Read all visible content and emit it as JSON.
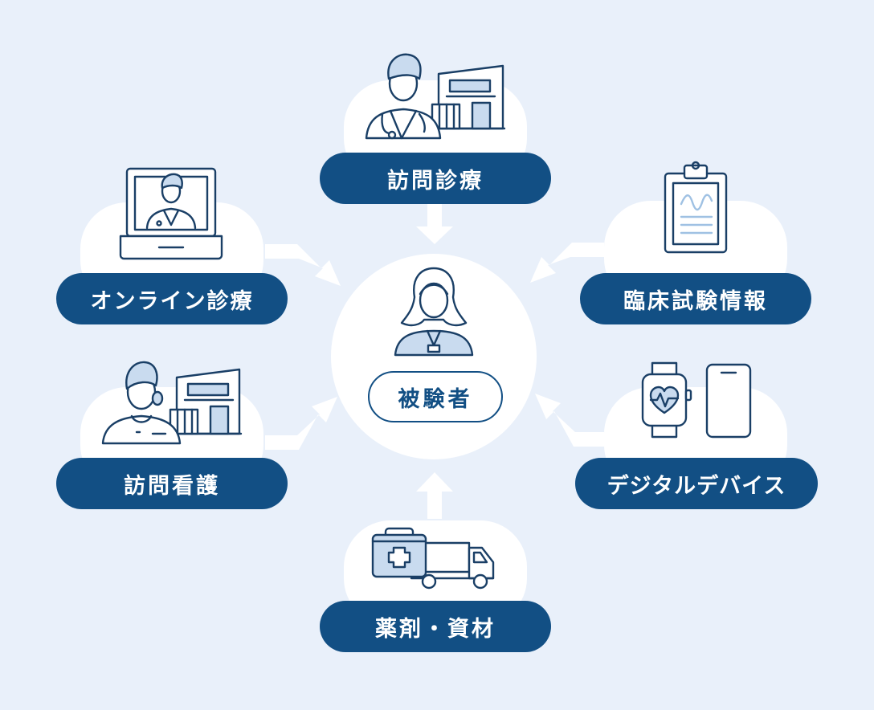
{
  "colors": {
    "background": "#e9f0fa",
    "navy": "#124f84",
    "line": "#1a3f66",
    "light_blue": "#c9dbef",
    "white": "#ffffff"
  },
  "center": {
    "label": "被験者",
    "icon": "participant-icon"
  },
  "nodes": {
    "home_visit": {
      "label": "訪問診療",
      "icon": "doctor-clinic-icon"
    },
    "online": {
      "label": "オンライン診療",
      "icon": "laptop-doctor-icon"
    },
    "trial_info": {
      "label": "臨床試験情報",
      "icon": "clipboard-icon"
    },
    "nursing": {
      "label": "訪問看護",
      "icon": "nurse-clinic-icon"
    },
    "digital": {
      "label": "デジタルデバイス",
      "icon": "smartwatch-phone-icon"
    },
    "supplies": {
      "label": "薬剤・資材",
      "icon": "medkit-truck-icon"
    }
  }
}
